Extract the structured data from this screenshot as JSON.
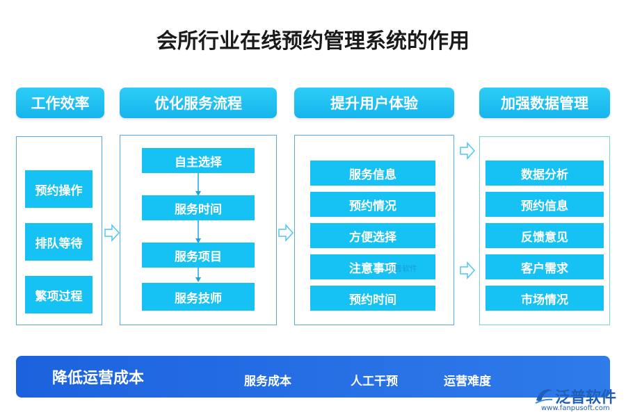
{
  "title": "会所行业在线预约管理系统的作用",
  "columns": [
    {
      "header": "工作效率",
      "items": [
        "预约操作",
        "排队等待",
        "繁项过程"
      ]
    },
    {
      "header": "优化服务流程",
      "items": [
        "自主选择",
        "服务时间",
        "服务项目",
        "服务技师"
      ]
    },
    {
      "header": "提升用户体验",
      "items": [
        "服务信息",
        "预约情况",
        "方便选择",
        "注意事项",
        "预约时间"
      ]
    },
    {
      "header": "加强数据管理",
      "items": [
        "数据分析",
        "预约信息",
        "反馈意见",
        "客户需求",
        "市场情况"
      ]
    }
  ],
  "bottom": {
    "title": "降低运营成本",
    "items": [
      "服务成本",
      "人工干预",
      "运营难度"
    ]
  },
  "logo": {
    "name": "泛普软件",
    "url": "www.fanpusoft.com"
  },
  "watermark": "泛普软件",
  "colors": {
    "header": "#16b4ec",
    "box": "#16c2f3",
    "panel_border": "#5ba8e6",
    "bottom_bar": "#2a72e6"
  }
}
